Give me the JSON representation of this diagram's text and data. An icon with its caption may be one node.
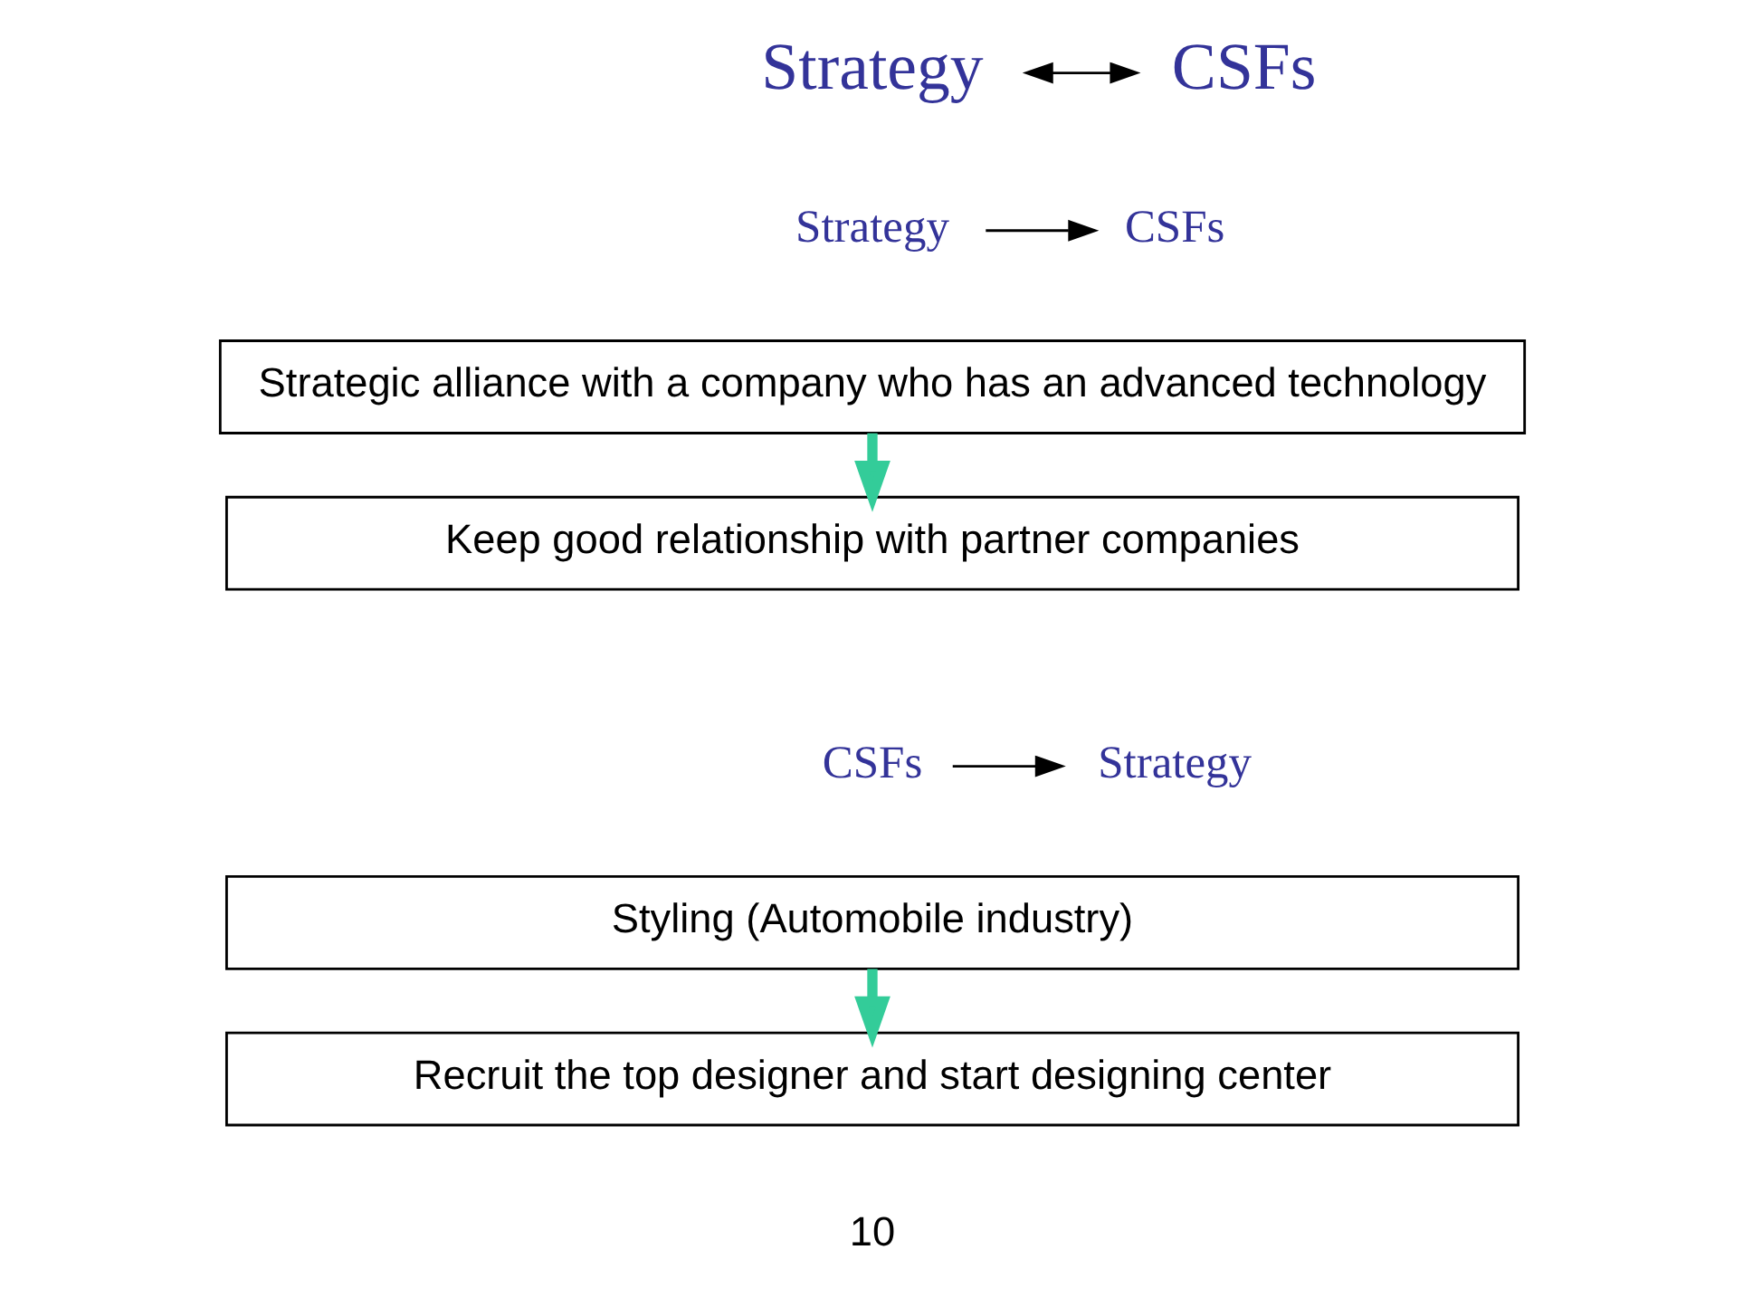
{
  "diagram": {
    "nodes": [
      {
        "text": [
          "Strategy"
        ]
      },
      {
        "text": [
          "CSFs"
        ]
      },
      {
        "text": [
          "Strategy"
        ]
      },
      {
        "text": [
          "CSFs"
        ]
      },
      {
        "text": [
          "Strategic alliance with a company who has an advanced technology"
        ]
      },
      {
        "text": [
          "Keep good relationship with partner companies"
        ]
      },
      {
        "text": [
          "CSFs"
        ]
      },
      {
        "text": [
          "Strategy"
        ]
      },
      {
        "text": [
          "Styling (Automobile industry)"
        ]
      },
      {
        "text": [
          "Recruit the top designer and start designing center"
        ]
      }
    ],
    "edges": [
      {
        "from": 0,
        "to": 1,
        "arrow": "both"
      },
      {
        "from": 2,
        "to": 3,
        "arrow": "to"
      },
      {
        "from": 4,
        "to": 5,
        "arrow": "to",
        "style": "thick",
        "color": "#33cc99"
      },
      {
        "from": 6,
        "to": 7,
        "arrow": "to"
      },
      {
        "from": 8,
        "to": 9,
        "arrow": "to",
        "style": "thick",
        "color": "#33cc99"
      }
    ],
    "labels": [
      "10"
    ]
  }
}
